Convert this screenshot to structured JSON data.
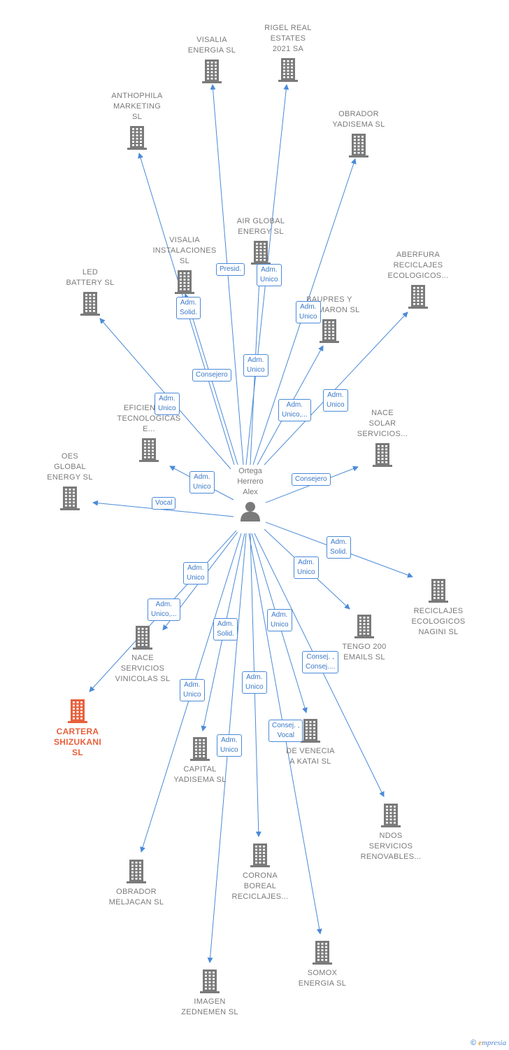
{
  "person": {
    "name": "Ortega\nHerrero\nAlex"
  },
  "colors": {
    "edge": "#4a8ad8",
    "node": "#7a7a7a",
    "highlight": "#e8603c"
  },
  "nodes": [
    {
      "id": "visalia_energia",
      "label": "VISALIA\nENERGIA  SL"
    },
    {
      "id": "rigel",
      "label": "RIGEL REAL\nESTATES\n2021 SA"
    },
    {
      "id": "anthophila",
      "label": "ANTHOPHILA\nMARKETING\nSL"
    },
    {
      "id": "obrador_yadisema",
      "label": "OBRADOR\nYADISEMA  SL"
    },
    {
      "id": "air_global",
      "label": "AIR GLOBAL\nENERGY  SL"
    },
    {
      "id": "visalia_inst",
      "label": "VISALIA\nINSTALACIONES\nSL"
    },
    {
      "id": "aberfura",
      "label": "ABERFURA\nRECICLAJES\nECOLOGICOS..."
    },
    {
      "id": "led_battery",
      "label": "LED\nBATTERY  SL"
    },
    {
      "id": "baupres",
      "label": "BAUPRES Y\nTAJAMARON  SL"
    },
    {
      "id": "eficien",
      "label": "EFICIENCIAS\nTECNOLOGICAS\nE..."
    },
    {
      "id": "nace_solar",
      "label": "NACE\nSOLAR\nSERVICIOS..."
    },
    {
      "id": "oes_global",
      "label": "OES\nGLOBAL\nENERGY  SL"
    },
    {
      "id": "reciclajes_nagini",
      "label": "RECICLAJES\nECOLOGICOS\nNAGINI  SL"
    },
    {
      "id": "tengo200",
      "label": "TENGO 200\nEMAILS  SL"
    },
    {
      "id": "nace_vinicolas",
      "label": "NACE\nSERVICIOS\nVINICOLAS  SL"
    },
    {
      "id": "cartera",
      "label": "CARTERA\nSHIZUKANI\nSL",
      "highlight": true
    },
    {
      "id": "de_venecia",
      "label": "DE VENECIA\nA KATAI  SL"
    },
    {
      "id": "capital_yadisema",
      "label": "CAPITAL\nYADISEMA  SL"
    },
    {
      "id": "ndos",
      "label": "NDOS\nSERVICIOS\nRENOVABLES..."
    },
    {
      "id": "obrador_meljacan",
      "label": "OBRADOR\nMELJACAN  SL"
    },
    {
      "id": "corona",
      "label": "CORONA\nBOREAL\nRECICLAJES..."
    },
    {
      "id": "somox",
      "label": "SOMOX\nENERGIA  SL"
    },
    {
      "id": "imagen",
      "label": "IMAGEN\nZEDNEMEN  SL"
    }
  ],
  "relations": [
    {
      "to": "visalia_energia",
      "label": "Presid."
    },
    {
      "to": "rigel",
      "label": "Adm.\nUnico"
    },
    {
      "to": "anthophila",
      "label": "Consejero"
    },
    {
      "to": "obrador_yadisema",
      "label": "Adm.\nUnico"
    },
    {
      "to": "air_global",
      "label": "Adm.\nUnico"
    },
    {
      "to": "visalia_inst",
      "label": "Adm.\nSolid."
    },
    {
      "to": "aberfura",
      "label": "Adm.\nUnico"
    },
    {
      "to": "led_battery",
      "label": "Adm.\nUnico"
    },
    {
      "to": "baupres",
      "label": "Adm.\nUnico,..."
    },
    {
      "to": "eficien",
      "label": "Adm.\nUnico"
    },
    {
      "to": "nace_solar",
      "label": "Consejero"
    },
    {
      "to": "oes_global",
      "label": "Vocal"
    },
    {
      "to": "reciclajes_nagini",
      "label": "Adm.\nSolid."
    },
    {
      "to": "tengo200",
      "label": "Adm.\nUnico"
    },
    {
      "to": "nace_vinicolas",
      "label": "Adm.\nUnico"
    },
    {
      "to": "cartera",
      "label": "Adm.\nUnico,..."
    },
    {
      "to": "de_venecia",
      "label": "Adm.\nUnico"
    },
    {
      "to": "capital_yadisema",
      "label": "Adm.\nSolid."
    },
    {
      "to": "ndos",
      "label": "Consej. ,\nConsej...."
    },
    {
      "to": "obrador_meljacan",
      "label": "Adm.\nUnico"
    },
    {
      "to": "corona",
      "label": "Adm.\nUnico"
    },
    {
      "to": "somox",
      "label": "Consej. ,\nVocal"
    },
    {
      "to": "imagen",
      "label": "Adm.\nUnico"
    }
  ],
  "footer": {
    "copyright": "©",
    "brand_first": "e",
    "brand_rest": "mpresia"
  }
}
